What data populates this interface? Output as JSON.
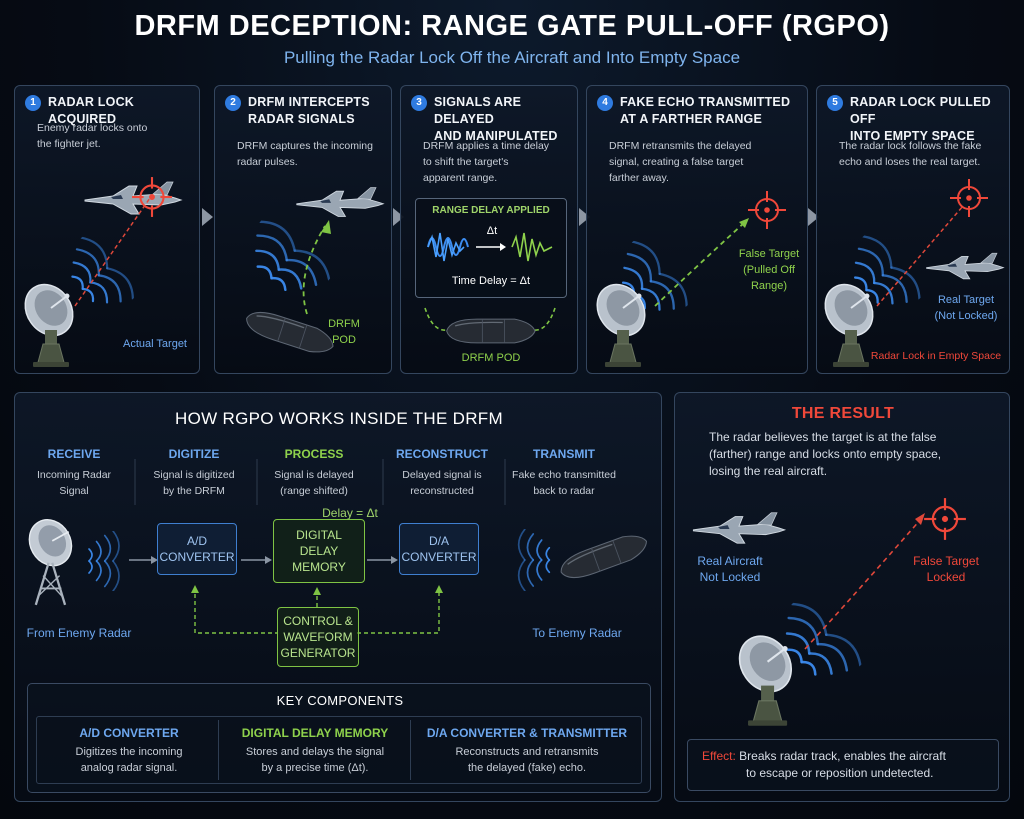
{
  "header": {
    "title": "DRFM DECEPTION: RANGE GATE PULL-OFF (RGPO)",
    "subtitle": "Pulling the Radar Lock Off the Aircraft and Into Empty Space"
  },
  "steps": [
    {
      "num": "1",
      "title_lines": [
        "RADAR LOCK ACQUIRED"
      ],
      "desc_lines": [
        "Enemy radar locks onto",
        "the fighter jet."
      ],
      "labels": {
        "actual_target": "Actual Target"
      }
    },
    {
      "num": "2",
      "title_lines": [
        "DRFM INTERCEPTS",
        "RADAR SIGNALS"
      ],
      "desc_lines": [
        "DRFM captures the incoming",
        "radar pulses."
      ],
      "labels": {
        "pod_lines": [
          "DRFM",
          "POD"
        ]
      }
    },
    {
      "num": "3",
      "title_lines": [
        "SIGNALS ARE DELAYED",
        "AND MANIPULATED"
      ],
      "desc_lines": [
        "DRFM applies a time delay",
        "to shift the target's",
        "apparent range."
      ],
      "labels": {
        "box_title": "RANGE DELAY APPLIED",
        "delta": "Δt",
        "time_delay": "Time Delay = Δt",
        "pod": "DRFM POD"
      }
    },
    {
      "num": "4",
      "title_lines": [
        "FAKE ECHO TRANSMITTED",
        "AT A FARTHER RANGE"
      ],
      "desc_lines": [
        "DRFM retransmits the delayed",
        "signal, creating a false target",
        "farther away."
      ],
      "labels": {
        "false_target_lines": [
          "False Target",
          "(Pulled Off",
          "Range)"
        ]
      }
    },
    {
      "num": "5",
      "title_lines": [
        "RADAR LOCK PULLED OFF",
        "INTO EMPTY SPACE"
      ],
      "desc_lines": [
        "The radar lock follows the fake",
        "echo and loses the real target."
      ],
      "labels": {
        "real_target_lines": [
          "Real Target",
          "(Not Locked)"
        ],
        "empty_space": "Radar Lock in Empty Space"
      }
    }
  ],
  "how": {
    "title": "HOW RGPO WORKS INSIDE THE DRFM",
    "columns": [
      {
        "head": "RECEIVE",
        "desc_lines": [
          "Incoming Radar",
          "Signal"
        ]
      },
      {
        "head": "DIGITIZE",
        "desc_lines": [
          "Signal is digitized",
          "by the DRFM"
        ]
      },
      {
        "head": "PROCESS",
        "desc_lines": [
          "Signal is delayed",
          "(range shifted)"
        ]
      },
      {
        "head": "RECONSTRUCT",
        "desc_lines": [
          "Delayed signal is",
          "reconstructed"
        ]
      },
      {
        "head": "TRANSMIT",
        "desc_lines": [
          "Fake echo transmitted",
          "back to radar"
        ]
      }
    ],
    "delay_label": "Delay = Δt",
    "boxes": {
      "ad": [
        "A/D",
        "CONVERTER"
      ],
      "memory": [
        "DIGITAL",
        "DELAY",
        "MEMORY"
      ],
      "da": [
        "D/A",
        "CONVERTER"
      ],
      "control": [
        "CONTROL &",
        "WAVEFORM",
        "GENERATOR"
      ]
    },
    "from_radar": "From Enemy Radar",
    "to_radar": "To Enemy Radar",
    "key": {
      "title": "KEY COMPONENTS",
      "items": [
        {
          "head": "A/D CONVERTER",
          "desc_lines": [
            "Digitizes the incoming",
            "analog radar signal."
          ]
        },
        {
          "head": "DIGITAL DELAY MEMORY",
          "desc_lines": [
            "Stores and delays the signal",
            "by a precise time (Δt)."
          ]
        },
        {
          "head": "D/A CONVERTER & TRANSMITTER",
          "desc_lines": [
            "Reconstructs and retransmits",
            "the delayed (fake) echo."
          ]
        }
      ]
    }
  },
  "result": {
    "title": "THE RESULT",
    "desc_lines": [
      "The radar believes the target is at the false",
      "(farther) range and locks onto empty space,",
      "losing the real aircraft."
    ],
    "real_lines": [
      "Real Aircraft",
      "Not Locked"
    ],
    "false_lines": [
      "False Target",
      "Locked"
    ],
    "effect_label": "Effect:",
    "effect_lines": [
      "Breaks radar track, enables the aircraft",
      "to escape or reposition undetected."
    ]
  },
  "colors": {
    "accent_blue": "#2f7be0",
    "green": "#8fd24c",
    "red": "#f0483a"
  }
}
